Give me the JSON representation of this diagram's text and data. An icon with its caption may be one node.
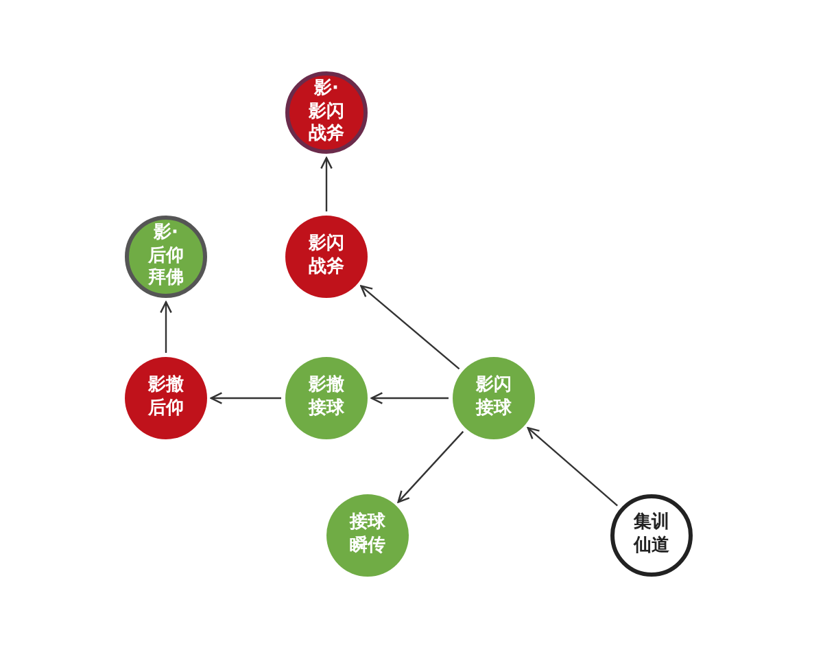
{
  "diagram": {
    "nodes": [
      {
        "text": [
          "影·影闪战斧"
        ]
      },
      {
        "text": [
          "影·后仰拜佛"
        ]
      },
      {
        "text": [
          "影闪战斧"
        ]
      },
      {
        "text": [
          "影撤后仰"
        ]
      },
      {
        "text": [
          "影撤接球"
        ]
      },
      {
        "text": [
          "影闪接球"
        ]
      },
      {
        "text": [
          "接球瞬传"
        ]
      },
      {
        "text": [
          "集训仙道"
        ]
      }
    ],
    "edges": [
      {
        "from": 2,
        "to": 0,
        "arrow": "to"
      },
      {
        "from": 3,
        "to": 1,
        "arrow": "to"
      },
      {
        "from": 4,
        "to": 3,
        "arrow": "to"
      },
      {
        "from": 5,
        "to": 4,
        "arrow": "to"
      },
      {
        "from": 5,
        "to": 2,
        "arrow": "to"
      },
      {
        "from": 5,
        "to": 6,
        "arrow": "to"
      },
      {
        "from": 7,
        "to": 5,
        "arrow": "to"
      }
    ]
  }
}
